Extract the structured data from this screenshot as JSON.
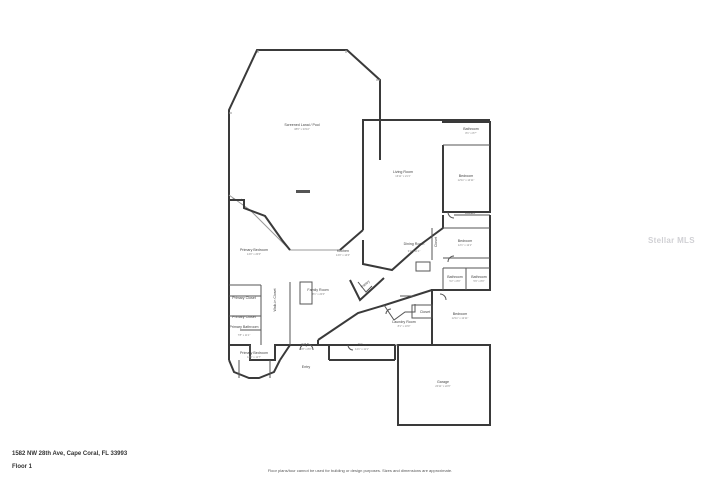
{
  "rooms": [
    {
      "label": "Screened Lanai / Pool",
      "dims": "38'0\" x 33'10\""
    },
    {
      "label": "Living Room",
      "dims": "16'11\" x 21'1\""
    },
    {
      "label": "Bathroom",
      "dims": "8'1\" x 8'7\""
    },
    {
      "label": "Bedroom",
      "dims": "12'11\" x 14'11\""
    },
    {
      "label": "Closet",
      "dims": ""
    },
    {
      "label": "Closet",
      "dims": ""
    },
    {
      "label": "Primary Bedroom",
      "dims": "14'0\" x 20'0\""
    },
    {
      "label": "Kitchen",
      "dims": "14'0\" x 14'0\""
    },
    {
      "label": "Dining Room",
      "dims": "9'1\" x 11'1\""
    },
    {
      "label": "Bedroom",
      "dims": "12'1\" x 12'1\""
    },
    {
      "label": "Closet",
      "dims": ""
    },
    {
      "label": "Bathroom",
      "dims": "5'2\" x 8'0\""
    },
    {
      "label": "Bathroom",
      "dims": "5'9\" x 8'0\""
    },
    {
      "label": "Family Room",
      "dims": "18'1\" x 20'0\""
    },
    {
      "label": "Pantry",
      "dims": ""
    },
    {
      "label": "Walk-in Closet",
      "dims": ""
    },
    {
      "label": "Primary Closet",
      "dims": ""
    },
    {
      "label": "Primary Closet",
      "dims": ""
    },
    {
      "label": "Primary Bathroom",
      "dims": "7'8\" x 11'1\""
    },
    {
      "label": "Laundry Room",
      "dims": "8'1\" x 10'0\""
    },
    {
      "label": "Closet",
      "dims": ""
    },
    {
      "label": "Bedroom",
      "dims": "12'11\" x 12'11\""
    },
    {
      "label": "Primary Bedroom",
      "dims": "14'0\" x 11'7\""
    },
    {
      "label": "Foyer",
      "dims": "6'8\" x 8'0\""
    },
    {
      "label": "Office",
      "dims": "11'1\" x 11'1\""
    },
    {
      "label": "Garage",
      "dims": "20'11\" x 22'0\""
    },
    {
      "label": "Entry",
      "dims": ""
    }
  ],
  "address": "1582 NW 28th Ave, Cape Coral, FL 33993",
  "floor_label": "Floor 1",
  "disclaimer": "Floor plans/tour cannot be used for building or design purposes. Sizes and dimensions are approximate.",
  "watermark": "Stellar MLS"
}
